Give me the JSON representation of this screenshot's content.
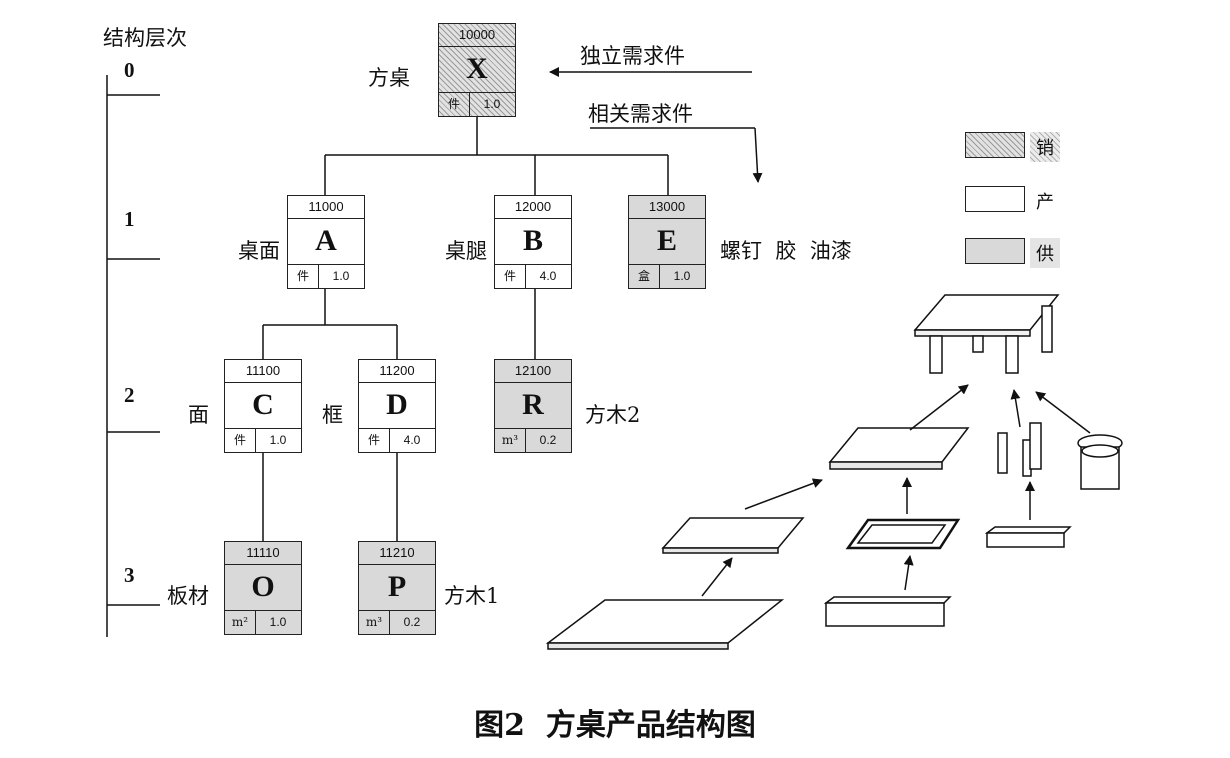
{
  "level_axis": {
    "heading": "结构层次",
    "levels": [
      "0",
      "1",
      "2",
      "3"
    ]
  },
  "annotations": {
    "independent_demand": "独立需求件",
    "dependent_demand": "相关需求件"
  },
  "nodes": {
    "X": {
      "code": "10000",
      "letter": "X",
      "unit": "件",
      "qty": "1.0",
      "name": "方桌"
    },
    "A": {
      "code": "11000",
      "letter": "A",
      "unit": "件",
      "qty": "1.0",
      "name": "桌面"
    },
    "B": {
      "code": "12000",
      "letter": "B",
      "unit": "件",
      "qty": "4.0",
      "name": "桌腿"
    },
    "E": {
      "code": "13000",
      "letter": "E",
      "unit": "盒",
      "qty": "1.0",
      "name": "螺钉  胶  油漆"
    },
    "C": {
      "code": "11100",
      "letter": "C",
      "unit": "件",
      "qty": "1.0",
      "name": "面"
    },
    "D": {
      "code": "11200",
      "letter": "D",
      "unit": "件",
      "qty": "4.0",
      "name": "框"
    },
    "R": {
      "code": "12100",
      "letter": "R",
      "unit": "m³",
      "qty": "0.2",
      "name": "方木2"
    },
    "O": {
      "code": "11110",
      "letter": "O",
      "unit": "m²",
      "qty": "1.0",
      "name": "板材"
    },
    "P": {
      "code": "11210",
      "letter": "P",
      "unit": "m³",
      "qty": "0.2",
      "name": "方木1"
    }
  },
  "legend": {
    "sell": "销",
    "produce": "产",
    "supply": "供"
  },
  "caption": "图2  方桌产品结构图"
}
